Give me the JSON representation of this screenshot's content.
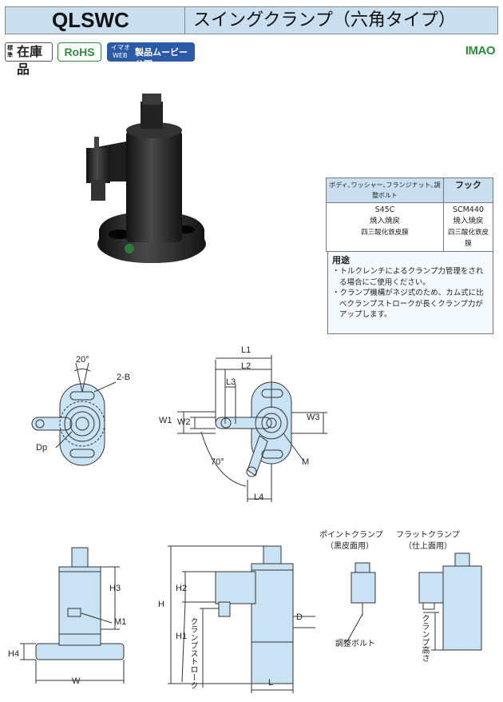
{
  "header": {
    "code": "QLSWC",
    "title": "スイングクランプ（六角タイプ）"
  },
  "badges": {
    "standard_small": "標準",
    "standard_main": "在庫品",
    "rohs": "RoHS",
    "imao_web_1": "イマオ",
    "imao_web_2": "WEB",
    "movie": "製品ムービー公開"
  },
  "logo": "IMAO",
  "material_table": {
    "headers": [
      "ボディ､ワッシャー､フランジナット､調整ボルト",
      "フック"
    ],
    "col1": [
      "S45C",
      "焼入焼戻",
      "四三酸化鉄皮膜"
    ],
    "col2": [
      "SCM440",
      "焼入焼戻",
      "四三酸化鉄皮膜"
    ]
  },
  "usage": {
    "title": "用途",
    "items": [
      "・トルクレンチによるクランプ力管理をされる場合にご使用ください。",
      "・クランプ機構がネジ式のため、カム式に比べクランプストロークが長くクランプ力がアップします。"
    ]
  },
  "top_view_left": {
    "angle": "20°",
    "hole": "2-B",
    "dp": "Dp"
  },
  "top_view_right": {
    "l1": "L1",
    "l2": "L2",
    "l3": "L3",
    "l4": "L4",
    "w1": "W1",
    "w2": "W2",
    "w3": "W3",
    "angle": "70°",
    "m": "M"
  },
  "front_left": {
    "h3": "H3",
    "h4": "H4",
    "m1": "M1",
    "w": "W"
  },
  "front_mid": {
    "h": "H",
    "h1": "H1",
    "h2": "H2",
    "d": "D",
    "l": "L",
    "stroke": "クランプストローク"
  },
  "clamp_types": {
    "point": "ポイントクランプ",
    "point_sub": "（黒皮面用）",
    "flat": "フラットクランプ",
    "flat_sub": "（仕上面用）",
    "adj_bolt": "調整ボルト",
    "clamp_height": "クランプ高さ"
  }
}
